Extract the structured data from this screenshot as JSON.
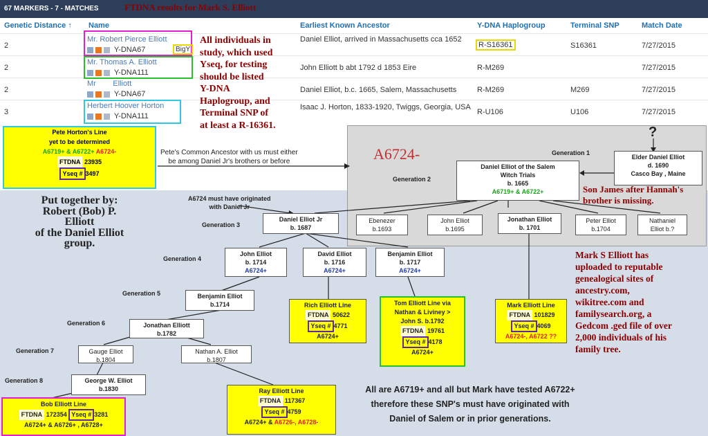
{
  "header": {
    "title": "67 MARKERS - 7 - MATCHES",
    "overlay_title": "FTDNA results for Mark S. Elliott"
  },
  "columns": [
    "Genetic Distance ↑",
    "Name",
    "Earliest Known Ancestor",
    "Y-DNA Haplogroup",
    "Terminal SNP",
    "Match Date"
  ],
  "rows": [
    {
      "gd": "2",
      "name": "Mr. Robert Pierce Elliott",
      "test": "Y-DNA67",
      "extra": "BigY",
      "ancestor": "Daniel Elliot, arrived in Massachusetts cca 1652",
      "hap": "R-S16361",
      "snp": "S16361",
      "date": "7/27/2015"
    },
    {
      "gd": "2",
      "name": "Mr. Thomas A. Elliott",
      "test": "Y-DNA111",
      "extra": "",
      "ancestor": "John Elliott b abt 1792 d 1853 Eire",
      "hap": "R-M269",
      "snp": "",
      "date": "7/27/2015"
    },
    {
      "gd": "2",
      "name": "Mr        Elliott",
      "test": "Y-DNA67",
      "extra": "",
      "ancestor": "Daniel Elliot, b.c. 1665, Salem, Massachusetts",
      "hap": "R-M269",
      "snp": "M269",
      "date": "7/27/2015"
    },
    {
      "gd": "3",
      "name": "Herbert Hoover Horton",
      "test": "Y-DNA111",
      "extra": "",
      "ancestor": "Isaac J. Horton, 1833-1920, Twiggs, Georgia, USA",
      "hap": "R-U106",
      "snp": "U106",
      "date": "7/27/2015"
    }
  ],
  "note_top": [
    "All individuals in",
    "study, which used",
    "Yseq, for testing",
    "should be listed",
    "Y-DNA",
    "Haplogroup, and",
    "Terminal SNP of",
    "at least a R-16361."
  ],
  "pete": {
    "l1": "Pete Horton's Line",
    "l2": "yet to be determined",
    "snps_g": "A6719+ & A6722+",
    "snps_r": "A6724-",
    "ftdna_l": "FTDNA",
    "ftdna_v": "23935",
    "yseq_l": "Yseq #",
    "yseq_v": "3497"
  },
  "common": [
    "Pete's Common Ancestor with us must either",
    "be among Daniel Jr's brothers or before"
  ],
  "a6724": "A6724-",
  "qmark": "?",
  "gen": {
    "g1": "Generation 1",
    "g2": "Generation 2",
    "g3": "Generation 3",
    "g4": "Generation 4",
    "g5": "Generation 5",
    "g6": "Generation 6",
    "g7": "Generation 7",
    "g8": "Generation 8"
  },
  "elder": {
    "l1": "Elder Daniel Elliot",
    "l2": "d. 1690",
    "l3": "Casco Bay , Maine"
  },
  "salem": {
    "l1": "Daniel Elliot  of the Salem",
    "l2": "Witch Trials",
    "l3": "b. 1665",
    "snps": "A6719+ & A6722+"
  },
  "son_note": [
    "Son James after Hannah's",
    "brother is missing."
  ],
  "put": [
    "Put together by:",
    "Robert (Bob) P.",
    "Elliott",
    "of the Daniel Elliot",
    "group."
  ],
  "originated": [
    "A6724 must have originated",
    "with Daniel Jr"
  ],
  "dj": {
    "l1": "Daniel Elliot Jr",
    "l2": "b. 1687"
  },
  "sibs": [
    {
      "l1": "Ebenezer",
      "l2": "b.1693"
    },
    {
      "l1": "John Elliot",
      "l2": "b.1695"
    },
    {
      "l1": "Jonathan Elliot",
      "l2": "b. 1701"
    },
    {
      "l1": "Peter Elliot",
      "l2": "b.1704"
    },
    {
      "l1": "Nathaniel",
      "l2": "Elliot b.?"
    }
  ],
  "g4": [
    {
      "l1": "John Elliot",
      "l2": "b. 1714",
      "l3": "A6724+"
    },
    {
      "l1": "David Elliot",
      "l2": "b. 1716",
      "l3": "A6724+"
    },
    {
      "l1": "Benjamin Elliot",
      "l2": "b. 1717",
      "l3": "A6724+"
    }
  ],
  "g5": {
    "l1": "Benjamin Elliot",
    "l2": "b.1714"
  },
  "g6": {
    "l1": "Jonathan Elliott",
    "l2": "b.1782"
  },
  "g7a": {
    "l1": "Gauge Elliot",
    "l2": "b.1804"
  },
  "g7b": {
    "l1": "Nathan A. Elliot",
    "l2": "b.1807"
  },
  "g8": {
    "l1": "George W. Elliot",
    "l2": "b.1830"
  },
  "rich": {
    "title": "Rich Elliott Line",
    "ftdna_l": "FTDNA",
    "ftdna_v": "50622",
    "yseq_l": "Yseq #",
    "yseq_v": "4771",
    "snps": "A6724+"
  },
  "tom": {
    "l1": "Tom Elliott Line via",
    "l2": "Nathan & Liviney >",
    "l3": "John S. b.1792",
    "ftdna_l": "FTDNA",
    "ftdna_v": "19761",
    "yseq_l": "Yseq #",
    "yseq_v": "4178",
    "snps": "A6724+"
  },
  "mark": {
    "title": "Mark Elliott Line",
    "ftdna_l": "FTDNA",
    "ftdna_v": "101829",
    "yseq_l": "Yseq #",
    "yseq_v": "4069",
    "snps": "A6724-, A6722 ??"
  },
  "bob": {
    "title": "Bob Elliott Line",
    "ftdna_l": "FTDNA",
    "ftdna_v": "172354",
    "yseq_l": "Yseq #",
    "yseq_v": "3281",
    "snps": "A6724+ & A6726+ , A6728+"
  },
  "ray": {
    "title": "Ray Elliott Line",
    "ftdna_l": "FTDNA",
    "ftdna_v": "117367",
    "yseq_l": "Yseq #",
    "yseq_v": "4759",
    "snps_b": "A6724+ &",
    "snps_r": "A6726-, A6728-"
  },
  "mark_note": [
    "Mark S Elliott has",
    "uploaded to reputable",
    "genealogical sites of",
    "ancestry.com,",
    "wikitree.com and",
    "familysearch.org, a",
    "Gedcom .ged file of over",
    "2,000 individuals of his",
    "family tree."
  ],
  "bottom_note": [
    "All are A6719+ and all but Mark have tested A6722+",
    "therefore these SNP's must have originated with",
    "Daniel of Salem or in prior generations."
  ],
  "colors": {
    "header": "#2c3e5a",
    "blue_text": "#1f6fb2",
    "note": "#8b0000",
    "yellow": "#ffff00",
    "magenta": "#e020d0",
    "green": "#28c028",
    "cyan": "#30c8e0",
    "purple": "#5c2a9a"
  }
}
